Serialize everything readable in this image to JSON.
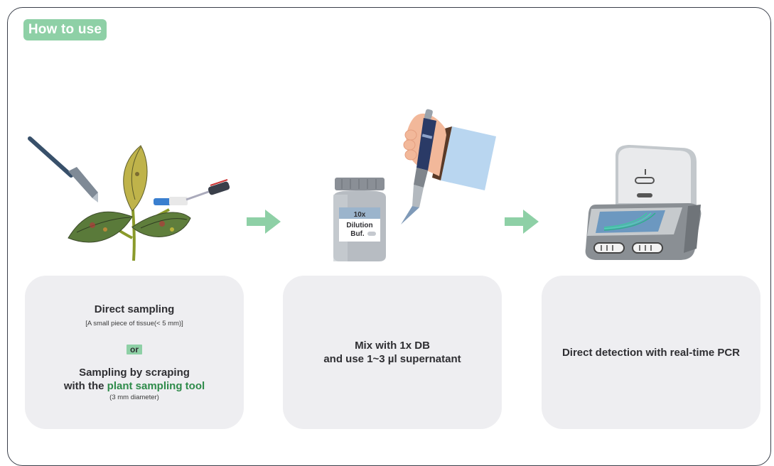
{
  "header": {
    "title": "How to use"
  },
  "steps": [
    {
      "title": "Direct sampling",
      "note": "[A small piece of tissue(< 5 mm)]",
      "or_label": "or",
      "line1": "Sampling by scraping",
      "line2_prefix": "with the ",
      "line2_highlight": "plant sampling tool",
      "detail": "(3 mm diameter)"
    },
    {
      "line1": "Mix with 1x DB",
      "line2": "and use 1~3 µl supernatant"
    },
    {
      "line1": "Direct detection with real-time PCR"
    }
  ],
  "bottle_label": {
    "line1": "10x",
    "line2": "Dilution",
    "line3": "Buf."
  },
  "icons": [
    "plant-with-scalpel-icon",
    "arrow-right-icon",
    "dilution-bottle-icon",
    "pipette-hand-icon",
    "pcr-machine-icon"
  ],
  "colors": {
    "accent_green": "#8ed0a6",
    "highlight_green": "#2e8b4a",
    "card_bg": "#eeeef1",
    "frame": "#3a3f4a"
  }
}
